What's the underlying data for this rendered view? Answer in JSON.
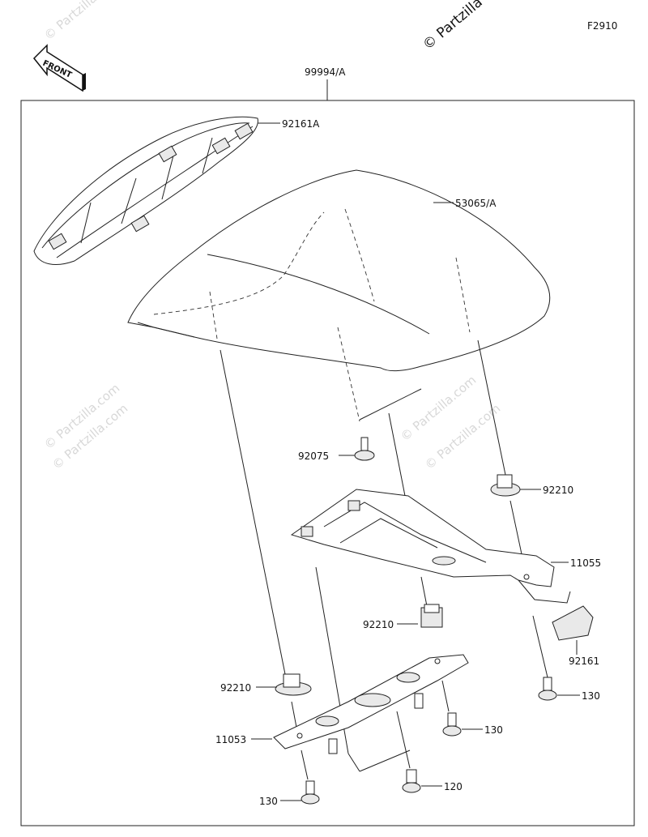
{
  "figure_code": "F2910",
  "copyright": "© Partzilla",
  "front_label": "FRONT",
  "watermarks": [
    "© Partzilla.com",
    "© Partzilla.com",
    "© Partzilla.com",
    "© Partzilla.com",
    "© Partzilla.com"
  ],
  "parts": {
    "kit": "99994/A",
    "handle": "92161A",
    "seat_cover": "53065/A",
    "pin": "92075",
    "nut_right": "92210",
    "bracket_main": "11055",
    "nut_center": "92210",
    "pad": "92161",
    "nut_left": "92210",
    "bolt_right": "130",
    "bracket_lower": "11053",
    "bolt_center": "130",
    "bolt_left": "130",
    "bolt_small": "120"
  }
}
